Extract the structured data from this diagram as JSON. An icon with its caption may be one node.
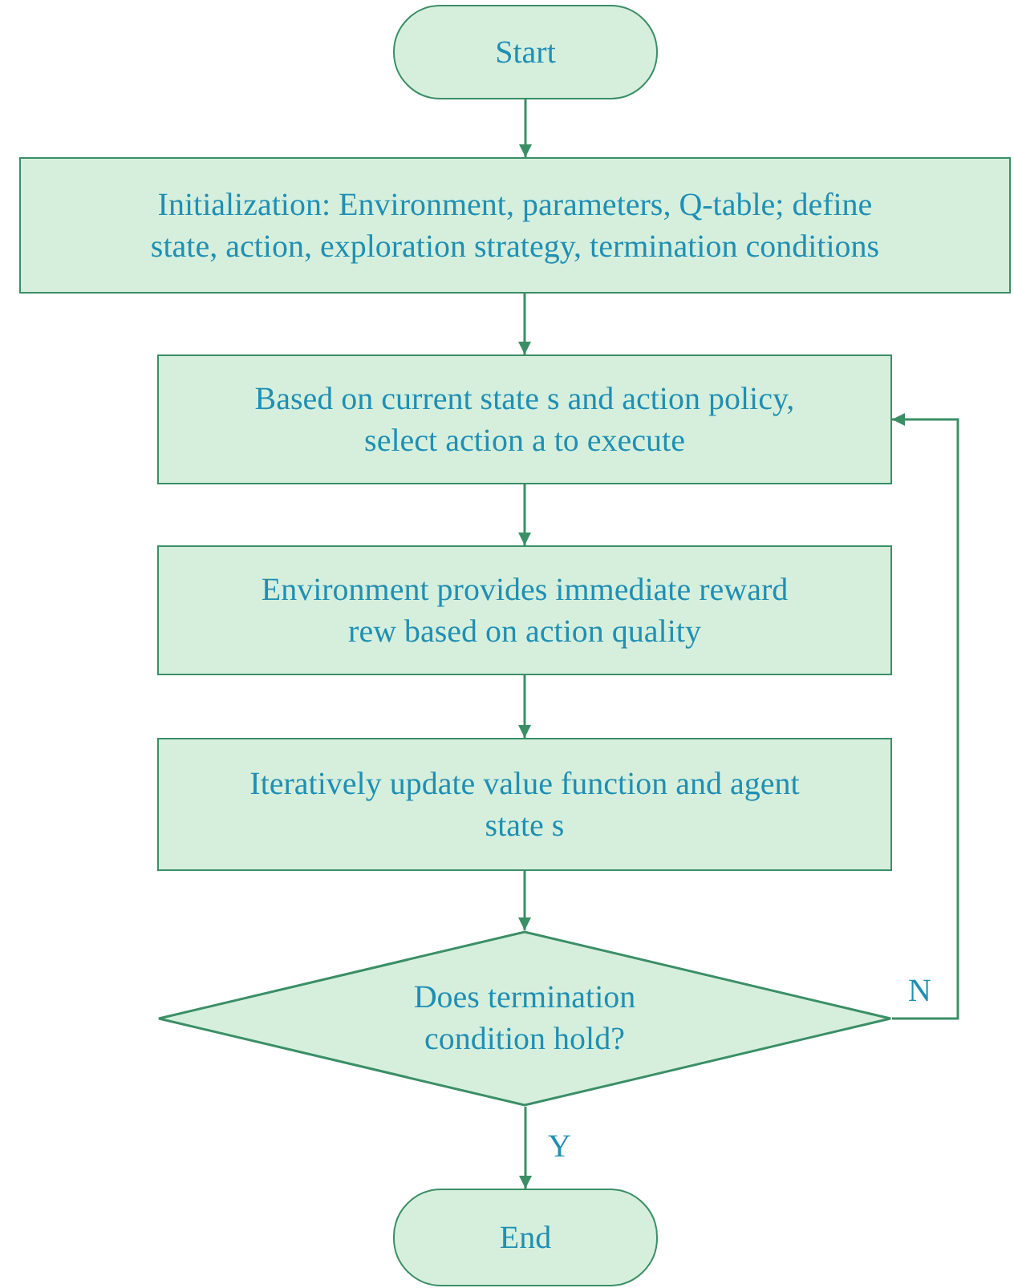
{
  "diagram": {
    "nodes": [
      {
        "text": [
          "Start"
        ]
      },
      {
        "text": [
          "Initialization: Environment, parameters, Q-table; define state, action, exploration strategy, termination conditions"
        ]
      },
      {
        "text": [
          "Based on current state s and action policy, select action a to execute"
        ]
      },
      {
        "text": [
          "Environment provides immediate reward rew based on action quality"
        ]
      },
      {
        "text": [
          "Iteratively update value function and agent state s"
        ]
      },
      {
        "text": [
          "Does termination condition hold?"
        ]
      },
      {
        "text": [
          "End"
        ]
      }
    ],
    "edges": [
      {
        "from": 0,
        "to": 1,
        "arrow": "to"
      },
      {
        "from": 1,
        "to": 2,
        "arrow": "to"
      },
      {
        "from": 2,
        "to": 3,
        "arrow": "to"
      },
      {
        "from": 3,
        "to": 4,
        "arrow": "to"
      },
      {
        "from": 4,
        "to": 5,
        "arrow": "to"
      },
      {
        "from": 5,
        "to": 6,
        "arrow": "to",
        "label": "Y"
      },
      {
        "from": 5,
        "to": 2,
        "arrow": "to",
        "label": "N"
      }
    ]
  }
}
